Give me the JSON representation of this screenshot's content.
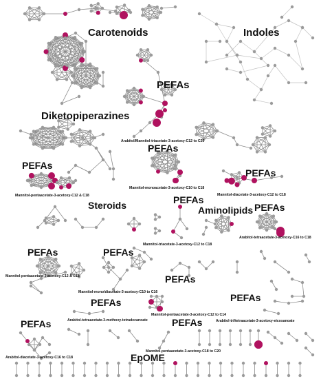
{
  "labels": {
    "carotenoids": "Carotenoids",
    "indoles": "Indoles",
    "pefas_1": "PEFAs",
    "diketopiperazines": "Diketopiperazines",
    "arabitol_mannitol_c12_c20": "Arabitol/Mannitol-triacetate-3-acetoxy-C12 to C20",
    "pefas_2": "PEFAs",
    "pefas_3": "PEFAs",
    "pefas_4": "PEFAs",
    "mannitol_pentaacetate_c12_c18_a": "Mannitol-pentaacetate-3-acetoxy-C12 & C18",
    "mannitol_monoacetate": "Mannitol-monoacetate-3-acetoxy-C10 to C18",
    "mannitol_diacetate_c12_c18": "Mannitol-diacetate-3-acetoxy-C12 to C18",
    "steroids": "Steroids",
    "pefas_5": "PEFAs",
    "aminolipids": "Aminolipids",
    "pefas_6": "PEFAs",
    "arabitol_tetraacetate_c16_c18": "Arabitol-tetraacetate-3-acetoxy-C16 to C18",
    "mannitol_triacetate_c12_c18": "Mannitol-triacetate-3-acetoxy-C12 to C18",
    "pefas_7": "PEFAs",
    "pefas_8": "PEFAs",
    "mannitol_pentaacetate_c12_c18_b": "Mannitol-pentaacetate-3-acetoxy-C12 & C18",
    "mannitol_mono_diacetate": "Mannitol-mono/diacetate-3-acetoxy-C10 to C16",
    "pefas_9": "PEFAs",
    "pefas_10": "PEFAs",
    "pefas_11": "PEFAs",
    "mannitol_pentaacetate_c12_c14": "Mannitol-pentaacetate-3-acetoxy-C12 to C14",
    "arabitol_tetraacetate_methoxy": "Arabitol-tetraacetate-3-methoxy-tetradecanoate",
    "arabitol_tri_tetraacetate": "Arabitol-tri/tetraacetate-3-acetoxy-eicosanoate",
    "pefas_12": "PEFAs",
    "pefas_13": "PEFAs",
    "arabitol_diacetate_c16_c18": "Arabitol-diacetate-3-acetoxy-C16 to C18",
    "mannitol_pentaacetate_c18_c20": "Mannitol-pentaacetate-3-acetoxy-C18 to C20",
    "epome": "EpOME"
  },
  "colors": {
    "node_default": "#9b9b9b",
    "node_highlight": "#b0125f",
    "edge": "#8a8a8a",
    "text": "#111111"
  }
}
